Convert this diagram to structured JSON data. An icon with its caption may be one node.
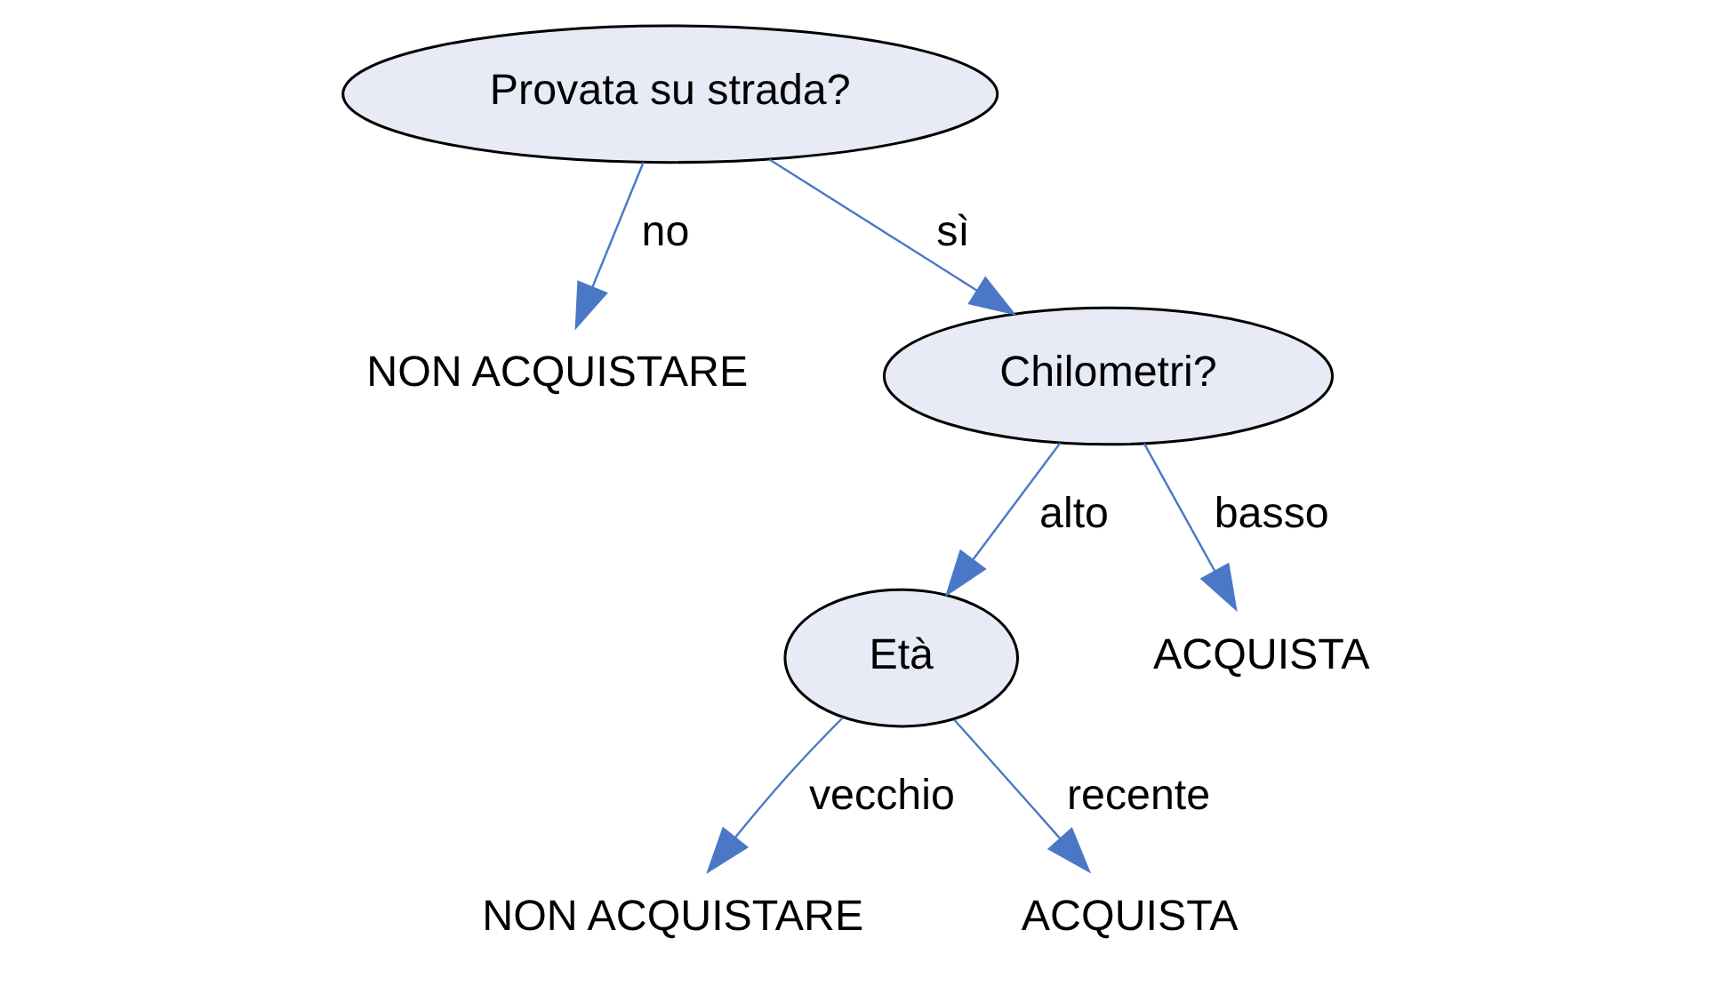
{
  "diagram": {
    "nodes": [
      {
        "text": [
          "Provata su strada?"
        ]
      },
      {
        "text": [
          "NON ACQUISTARE"
        ]
      },
      {
        "text": [
          "Chilometri?"
        ]
      },
      {
        "text": [
          "Età"
        ]
      },
      {
        "text": [
          "ACQUISTA"
        ]
      },
      {
        "text": [
          "NON ACQUISTARE"
        ]
      },
      {
        "text": [
          "ACQUISTA"
        ]
      }
    ],
    "edges": [
      {
        "from": 0,
        "to": 1,
        "arrow": "to",
        "label": "no"
      },
      {
        "from": 0,
        "to": 2,
        "arrow": "to",
        "label": "sì"
      },
      {
        "from": 2,
        "to": 3,
        "arrow": "to",
        "label": "alto"
      },
      {
        "from": 2,
        "to": 4,
        "arrow": "to",
        "label": "basso"
      },
      {
        "from": 3,
        "to": 5,
        "arrow": "to",
        "label": "vecchio"
      },
      {
        "from": 3,
        "to": 6,
        "arrow": "to",
        "label": "recente"
      }
    ]
  }
}
